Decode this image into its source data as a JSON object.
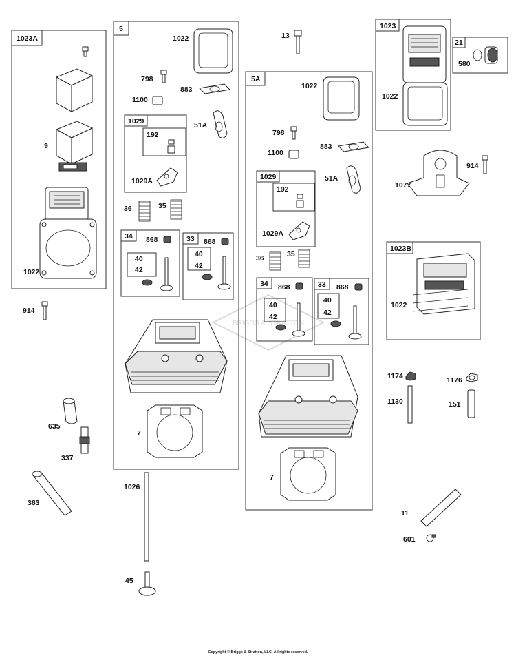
{
  "labels": {
    "l1023A": "1023A",
    "l9": "9",
    "l1022a": "1022",
    "l914a": "914",
    "l635": "635",
    "l337": "337",
    "l383": "383",
    "l5": "5",
    "l1022b": "1022",
    "l798a": "798",
    "l883a": "883",
    "l1100a": "1100",
    "l51Aa": "51A",
    "l1029a": "1029",
    "l192a": "192",
    "l1029Aa": "1029A",
    "l36a": "36",
    "l35a": "35",
    "l34a": "34",
    "l868a": "868",
    "l40a": "40",
    "l42a": "42",
    "l33a": "33",
    "l868b": "868",
    "l40b": "40",
    "l42b": "42",
    "l7a": "7",
    "l1026": "1026",
    "l45": "45",
    "l13": "13",
    "l5A": "5A",
    "l1022c": "1022",
    "l798b": "798",
    "l883b": "883",
    "l1100b": "1100",
    "l51Ab": "51A",
    "l1029b": "1029",
    "l192b": "192",
    "l1029Ab": "1029A",
    "l36b": "36",
    "l35b": "35",
    "l34b": "34",
    "l868c": "868",
    "l40c": "40",
    "l42c": "42",
    "l33b": "33",
    "l868d": "868",
    "l40d": "40",
    "l42d": "42",
    "l7b": "7",
    "l1023": "1023",
    "l1022d": "1022",
    "l21": "21",
    "l580": "580",
    "l914b": "914",
    "l1077": "1077",
    "l1023B": "1023B",
    "l1022e": "1022",
    "l1174": "1174",
    "l1176": "1176",
    "l1130": "1130",
    "l151": "151",
    "l11": "11",
    "l601": "601"
  },
  "watermark": "BRIGGS & STRATTON",
  "copyright": "Copyright © Briggs & Stratton, LLC. All rights reserved."
}
